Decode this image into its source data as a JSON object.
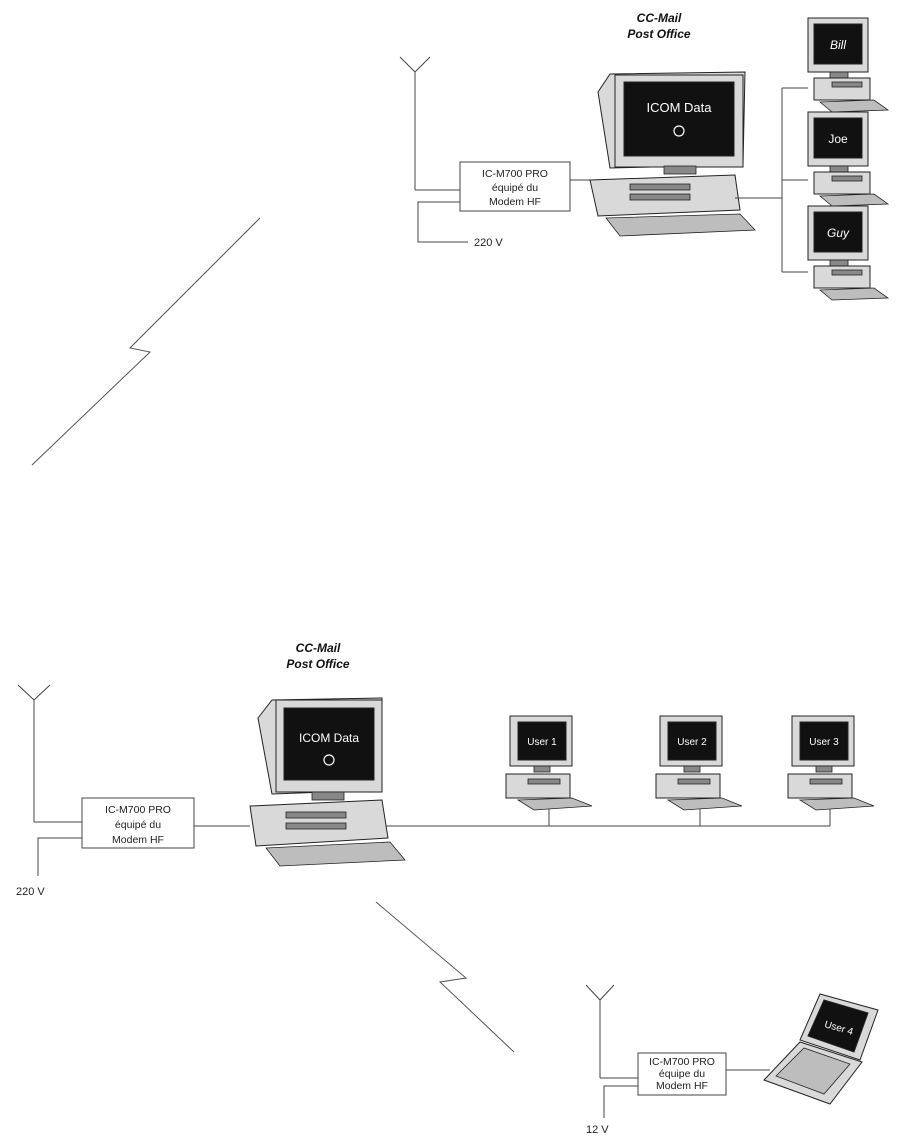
{
  "top": {
    "title_line1": "CC-Mail",
    "title_line2": "Post Office",
    "server_screen_text": "ICOM Data",
    "radio_line1": "IC-M700 PRO",
    "radio_line2": "équipé du",
    "radio_line3": "Modem HF",
    "voltage": "220 V",
    "clients": [
      "Bill",
      "Joe",
      "Guy"
    ]
  },
  "bottom": {
    "title_line1": "CC-Mail",
    "title_line2": "Post Office",
    "server_screen_text": "ICOM Data",
    "radio_line1": "IC-M700 PRO",
    "radio_line2": "équipé du",
    "radio_line3": "Modem HF",
    "voltage": "220 V",
    "clients": [
      "User 1",
      "User 2",
      "User 3"
    ]
  },
  "mobile": {
    "radio_line1": "IC-M700 PRO",
    "radio_line2": "équipe du",
    "radio_line3": "Modem HF",
    "voltage": "12 V",
    "laptop_screen_text": "User 4"
  }
}
